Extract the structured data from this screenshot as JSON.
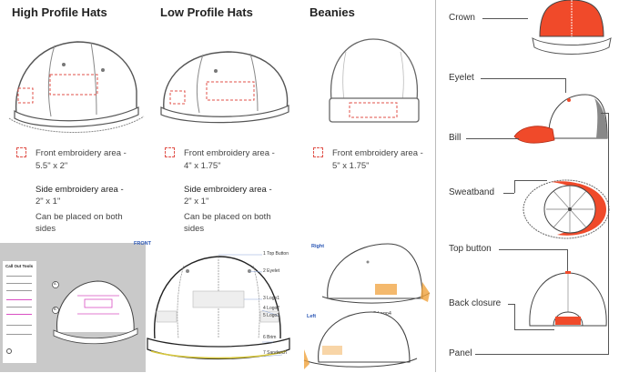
{
  "sections": [
    {
      "title": "High Profile Hats",
      "front_label": "Front embroidery area -",
      "front_size": "5.5\" x 2\"",
      "side_label": "Side embroidery area -",
      "side_size": "2\" x 1\"",
      "note_1": "Can be placed on both",
      "note_2": "sides"
    },
    {
      "title": "Low Profile Hats",
      "front_label": "Front embroidery area -",
      "front_size": "4\" x 1.75\"",
      "side_label": "Side embroidery area -",
      "side_size": "2\" x 1\"",
      "note_1": "Can be placed on both",
      "note_2": "sides"
    },
    {
      "title": "Beanies",
      "front_label": "Front embroidery area -",
      "front_size": "5\" x 1.75\""
    }
  ],
  "parts": [
    "Crown",
    "Eyelet",
    "Bill",
    "Sweatband",
    "Top button",
    "Back closure",
    "Panel"
  ],
  "front_diagram": {
    "title": "FRONT",
    "labels": [
      "1 Top Button",
      "2 Eyelet",
      "3 Logo1",
      "4 Logo2",
      "5 Logo3",
      "6 Brim",
      "7 Sandwich"
    ]
  },
  "side_views": {
    "right": "Right",
    "left": "Left",
    "logo": "8  Logo4"
  },
  "tool_panel": {
    "title": "Call Out Tools",
    "marker_a": "A",
    "marker_b": "B"
  },
  "colors": {
    "accent": "#f04a2a",
    "dash": "#e0524a",
    "blue": "#2a56b5",
    "magenta": "#d94fc3",
    "orange": "#f0a23c"
  }
}
